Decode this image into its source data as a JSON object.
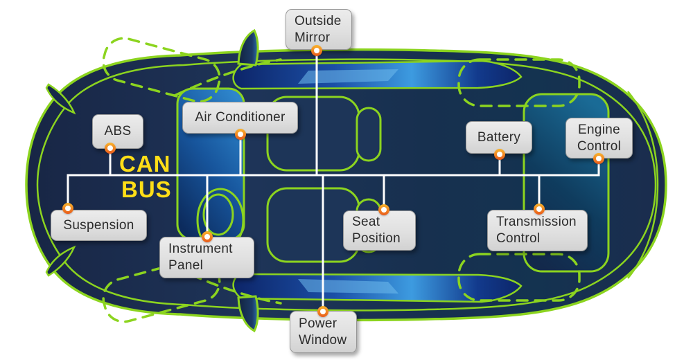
{
  "diagram": {
    "subject": "car-can-bus-top-view",
    "bus": {
      "label_line1": "CAN",
      "label_line2": "BUS"
    },
    "nodes": {
      "outside_mirror": {
        "line1": "Outside",
        "line2": "Mirror"
      },
      "abs": {
        "line1": "ABS"
      },
      "air_conditioner": {
        "line1": "Air Conditioner"
      },
      "battery": {
        "line1": "Battery"
      },
      "engine_control": {
        "line1": "Engine",
        "line2": "Control"
      },
      "suspension": {
        "line1": "Suspension"
      },
      "instrument_panel": {
        "line1": "Instrument",
        "line2": "Panel"
      },
      "seat_position": {
        "line1": "Seat",
        "line2": "Position"
      },
      "transmission_control": {
        "line1": "Transmission",
        "line2": "Control"
      },
      "power_window": {
        "line1": "Power",
        "line2": "Window"
      }
    },
    "colors": {
      "bus_label_yellow": "#FFDE17",
      "bus_line": "#FFFFFF",
      "car_outline_green": "#8CD41F",
      "car_body_navy": "#1C3054",
      "window_blue": "#2163C2",
      "node_box_gray": "#DFDFDF",
      "connector_dot_orange": "#F08423",
      "label_text": "#2B2B2B"
    }
  }
}
